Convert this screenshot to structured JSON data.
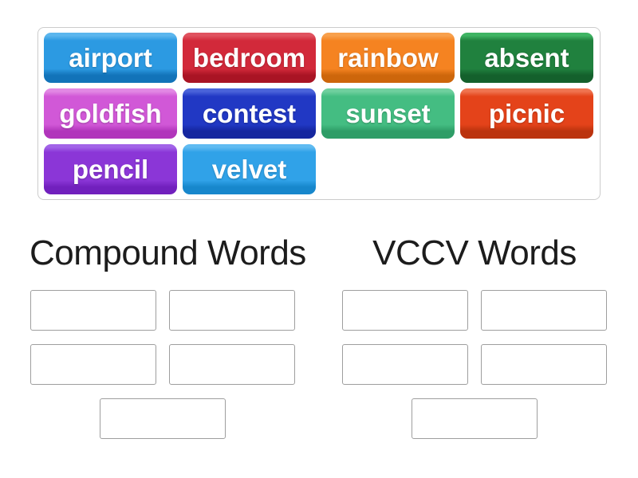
{
  "theme": {
    "page_background": "#ffffff",
    "tray_border": "#cccccc",
    "slot_border": "#9e9e9e",
    "header_text": "#1c1c1c",
    "tile_text": "#ffffff"
  },
  "word_bank": {
    "tiles": [
      {
        "label": "airport",
        "colors": {
          "light": "#5bb6ee",
          "main": "#2c9ae2",
          "dark": "#1273b9"
        }
      },
      {
        "label": "bedroom",
        "colors": {
          "light": "#e0525f",
          "main": "#d2293a",
          "dark": "#a91424"
        }
      },
      {
        "label": "rainbow",
        "colors": {
          "light": "#f8a04c",
          "main": "#f58321",
          "dark": "#cd660b"
        }
      },
      {
        "label": "absent",
        "colors": {
          "light": "#3fb463",
          "main": "#20813e",
          "dark": "#14602c"
        }
      },
      {
        "label": "goldfish",
        "colors": {
          "light": "#e288e4",
          "main": "#d158d7",
          "dark": "#b135bb"
        }
      },
      {
        "label": "contest",
        "colors": {
          "light": "#4a63da",
          "main": "#2138c4",
          "dark": "#15269f"
        }
      },
      {
        "label": "sunset",
        "colors": {
          "light": "#6fd09e",
          "main": "#44bd82",
          "dark": "#2e9d67"
        }
      },
      {
        "label": "picnic",
        "colors": {
          "light": "#ef7450",
          "main": "#e4431a",
          "dark": "#bb330e"
        }
      },
      {
        "label": "pencil",
        "colors": {
          "light": "#a264e8",
          "main": "#8b36d7",
          "dark": "#7120bd"
        }
      },
      {
        "label": "velvet",
        "colors": {
          "light": "#60bbf1",
          "main": "#30a2e8",
          "dark": "#1787cc"
        }
      }
    ]
  },
  "groups": [
    {
      "title": "Compound Words",
      "empty_slots": 5
    },
    {
      "title": "VCCV Words",
      "empty_slots": 5
    }
  ]
}
